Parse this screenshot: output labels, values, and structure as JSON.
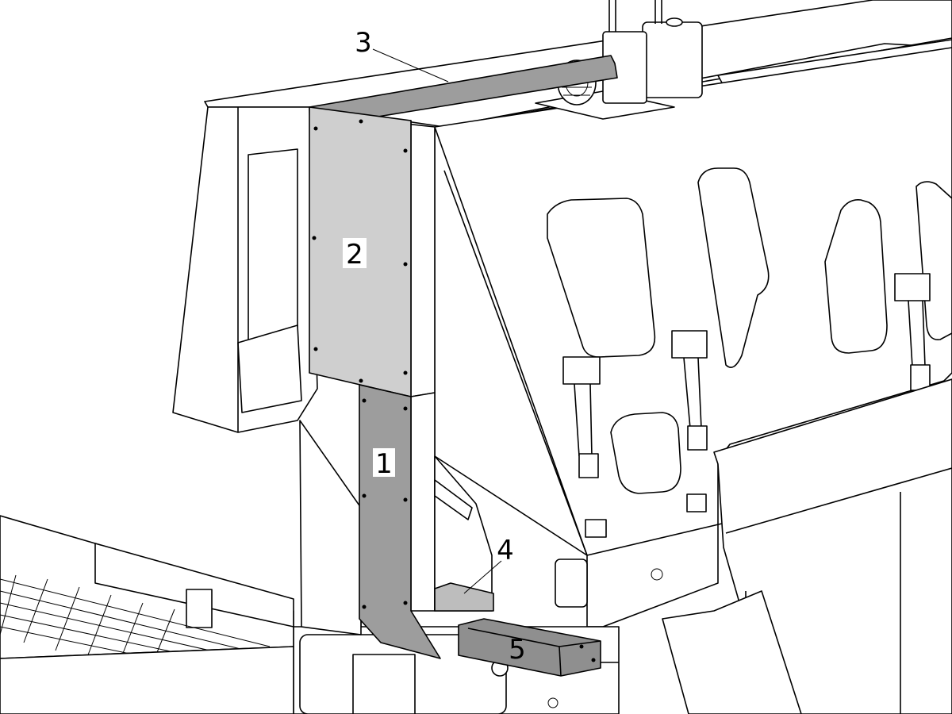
{
  "callouts": [
    {
      "id": "1",
      "label": "1"
    },
    {
      "id": "2",
      "label": "2"
    },
    {
      "id": "3",
      "label": "3"
    },
    {
      "id": "4",
      "label": "4"
    },
    {
      "id": "5",
      "label": "5"
    }
  ],
  "colors": {
    "panel_1": "#9d9d9d",
    "panel_2": "#cfcfcf",
    "panel_3": "#9d9d9d",
    "panel_4": "#bdbdbd",
    "panel_5": "#8f8f8f",
    "outline": "#000000",
    "background": "#ffffff"
  }
}
